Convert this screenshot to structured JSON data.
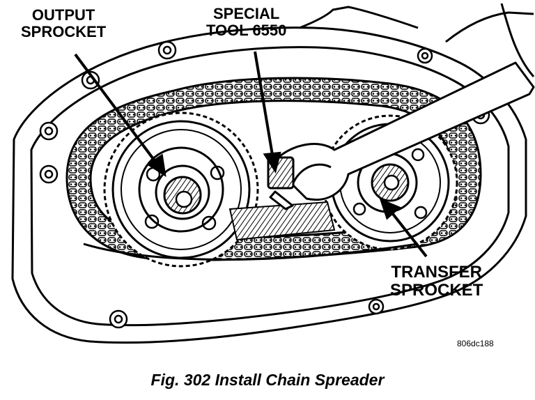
{
  "figure": {
    "caption": "Fig. 302 Install Chain Spreader",
    "figure_id": "806dc188",
    "callouts": {
      "output_sprocket": "OUTPUT\nSPROCKET",
      "special_tool": "SPECIAL\nTOOL 6550",
      "transfer_sprocket": "TRANSFER\nSPROCKET"
    }
  },
  "colors": {
    "ink": "#000000",
    "paper": "#ffffff",
    "shade": "#9a9a9a"
  }
}
